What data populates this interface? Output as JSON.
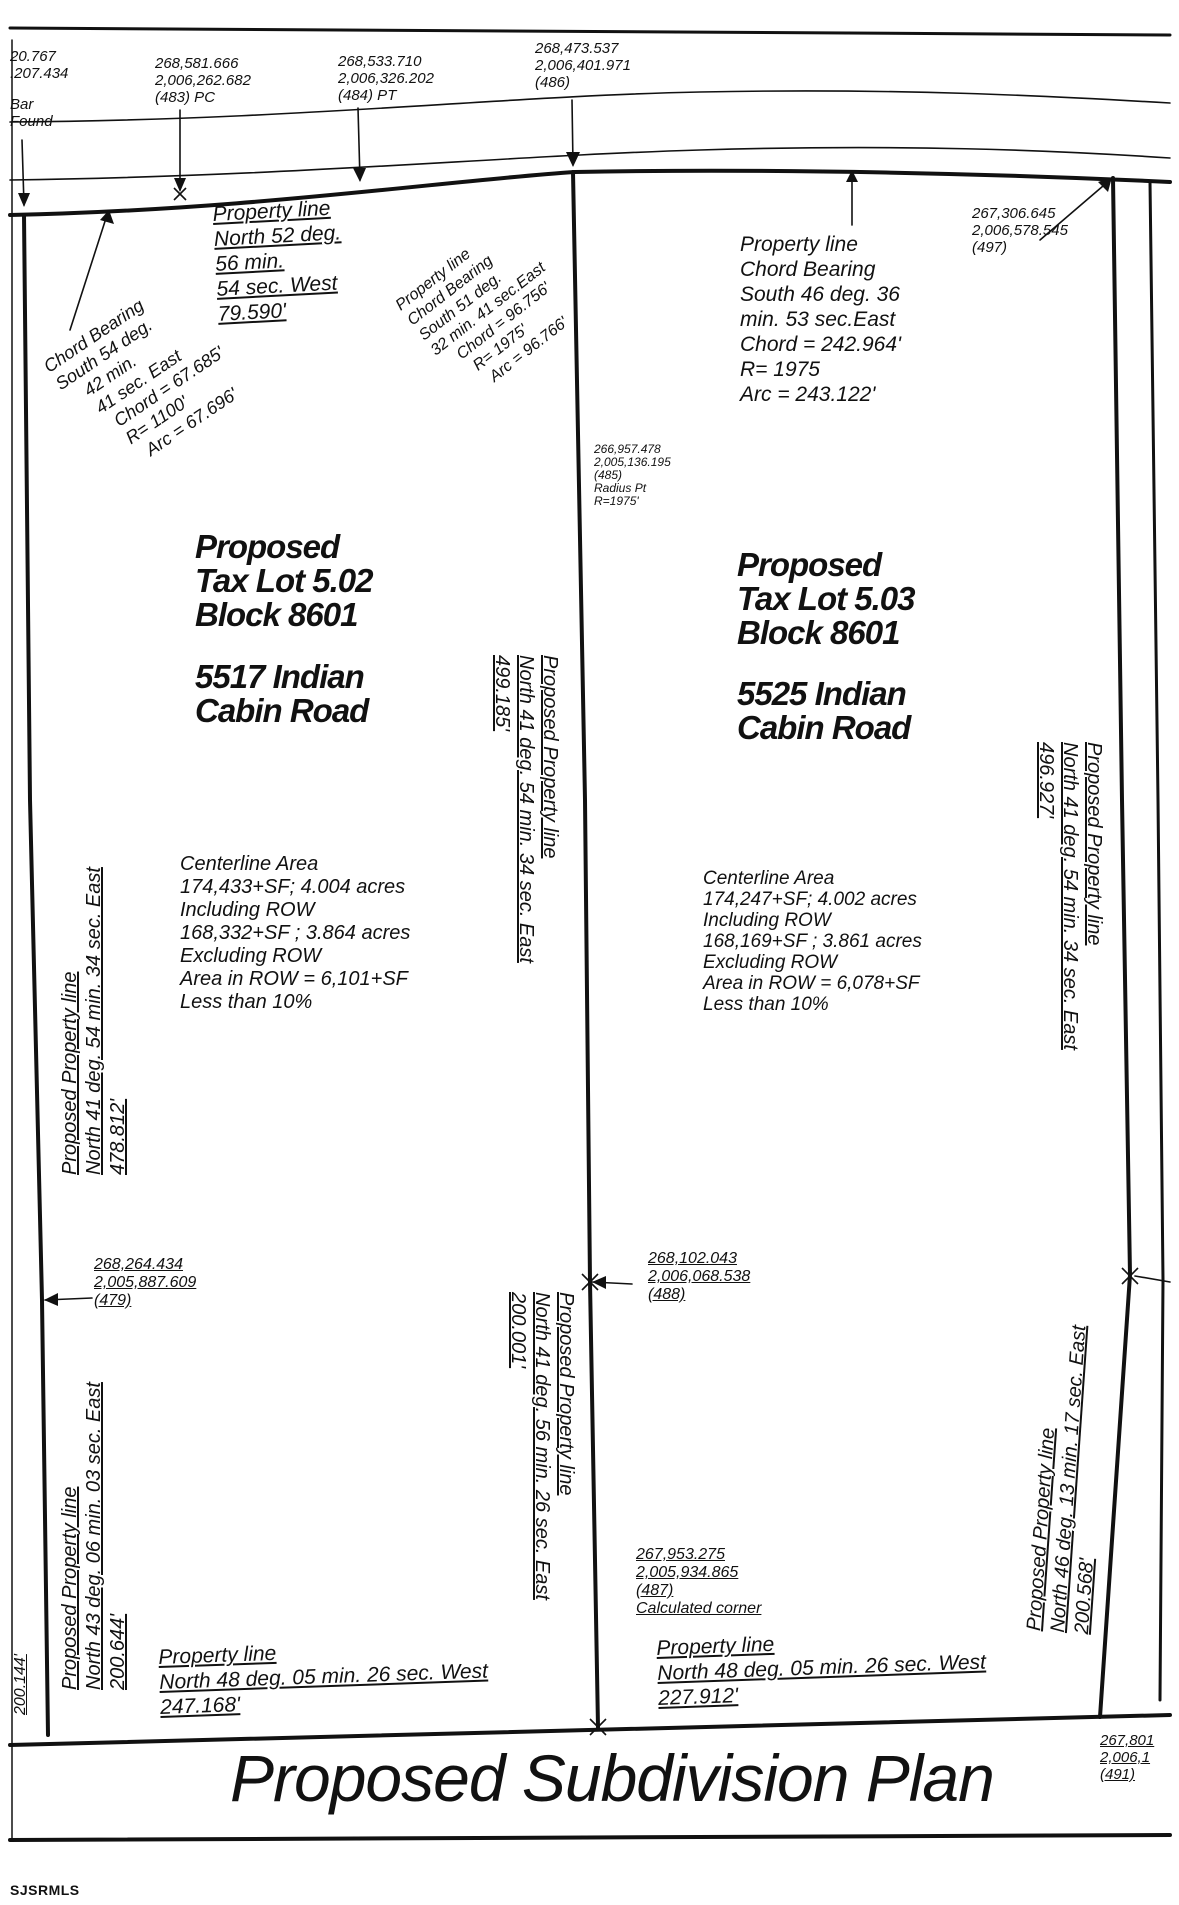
{
  "title": "Proposed Subdivision Plan",
  "watermark": "SJSRMLS",
  "points": [
    {
      "id": "p_top_left",
      "lines": [
        "20.767",
        ".207.434"
      ]
    },
    {
      "id": "p483",
      "lines": [
        "268,581.666",
        "2,006,262.682",
        "(483) PC"
      ]
    },
    {
      "id": "p484",
      "lines": [
        "268,533.710",
        "2,006,326.202",
        "(484) PT"
      ]
    },
    {
      "id": "p486",
      "lines": [
        "268,473.537",
        "2,006,401.971",
        "(486)"
      ]
    },
    {
      "id": "p497",
      "lines": [
        "267,306.645",
        "2,006,578.545",
        "(497)"
      ]
    },
    {
      "id": "p485",
      "lines": [
        "266,957.478",
        "2,005,136.195",
        "(485)",
        "Radius Pt",
        "R=1975'"
      ]
    },
    {
      "id": "p479",
      "lines": [
        "268,264.434",
        "2,005,887.609",
        "(479)"
      ]
    },
    {
      "id": "p488",
      "lines": [
        "268,102.043",
        "2,006,068.538",
        "(488)"
      ]
    },
    {
      "id": "p487",
      "lines": [
        "267,953.275",
        "2,005,934.865",
        "(487)",
        "Calculated corner"
      ]
    },
    {
      "id": "p491",
      "lines": [
        "267,801",
        "2,006,1",
        "(491)"
      ]
    }
  ],
  "bar_found": [
    "Bar",
    "Found"
  ],
  "boundary_notes": {
    "top_left_chord": [
      "Chord Bearing",
      "South 54 deg.",
      "42 min.",
      "41 sec. East",
      "Chord = 67.685'",
      "R= 1100'",
      "Arc = 67.696'"
    ],
    "top_north52": [
      "Property line",
      "North 52 deg.",
      "56 min.",
      "54 sec. West",
      "79.590'"
    ],
    "top_mid_chord": [
      "Property line",
      "Chord Bearing",
      "South 51 deg.",
      "32 min. 41 sec.East",
      "Chord = 96.756'",
      "R= 1975'",
      "Arc = 96.766'"
    ],
    "top_right_chord": [
      "Property line",
      "Chord Bearing",
      "South 46 deg. 36",
      "min. 53 sec.East",
      "Chord = 242.964'",
      "R= 1975",
      "Arc = 243.122'"
    ],
    "left_upper": [
      "Proposed Property line",
      "North 41 deg. 54 min. 34 sec. East",
      "478.812'"
    ],
    "left_lower": [
      "Proposed Property line",
      "North 43 deg. 06 min. 03 sec. East",
      "200.644'"
    ],
    "left_edge_value": "200.144'",
    "mid_upper": [
      "Proposed Property line",
      "North 41 deg. 54 min. 34 sec. East",
      "499.185'"
    ],
    "mid_lower": [
      "Proposed Property line",
      "North 41 deg. 56 min. 26 sec. East",
      "200.001'"
    ],
    "right_upper": [
      "Proposed Property line",
      "North 41 deg. 54 min. 34 sec. East",
      "496.927'"
    ],
    "right_lower": [
      "Proposed Property line",
      "North 46 deg. 13 min. 17 sec. East",
      "200.568'"
    ],
    "bottom_left": [
      "Property line",
      "North 48 deg. 05 min. 26 sec. West",
      "247.168'"
    ],
    "bottom_right": [
      "Property line",
      "North 48 deg. 05 min. 26 sec. West",
      "227.912'"
    ]
  },
  "lots": [
    {
      "id": "lot_502",
      "heading": [
        "Proposed",
        "Tax Lot 5.02",
        "Block 8601"
      ],
      "address": [
        "5517 Indian",
        "Cabin Road"
      ],
      "area": [
        "Centerline Area",
        "174,433+SF;  4.004 acres",
        "Including ROW",
        "168,332+SF ;  3.864 acres",
        "Excluding ROW",
        "Area in ROW = 6,101+SF",
        "Less than 10%"
      ]
    },
    {
      "id": "lot_503",
      "heading": [
        "Proposed",
        "Tax Lot 5.03",
        "Block 8601"
      ],
      "address": [
        "5525 Indian",
        "Cabin Road"
      ],
      "area": [
        "Centerline Area",
        "174,247+SF;  4.002 acres",
        "Including ROW",
        "168,169+SF ;  3.861 acres",
        "Excluding ROW",
        "Area in ROW = 6,078+SF",
        "Less than 10%"
      ]
    }
  ]
}
